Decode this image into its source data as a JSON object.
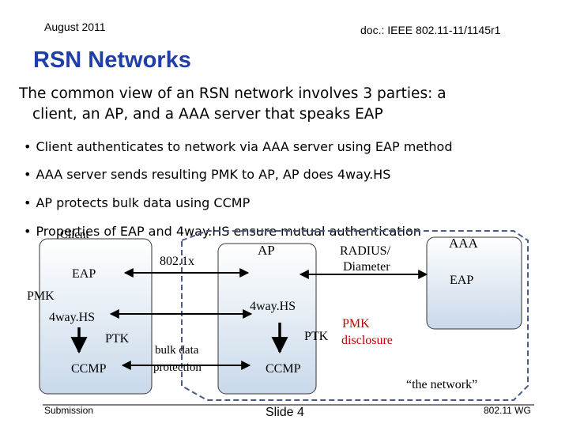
{
  "header": {
    "date": "August 2011",
    "doc_id": "doc.: IEEE 802.11-11/1145r1"
  },
  "title": "RSN Networks",
  "intro": {
    "line1": "The common view of an RSN network involves 3 parties: a",
    "line2": "client, an AP, and a AAA server that speaks EAP"
  },
  "bullets": [
    "Client authenticates to network via AAA server using EAP method",
    "AAA server sends resulting PMK to AP, AP does 4way.HS",
    "AP protects bulk data using CCMP",
    "Properties of EAP and 4way.HS ensure mutual authentication"
  ],
  "diagram": {
    "client_label": "Client",
    "ap_label": "AP",
    "aaa_label": "AAA",
    "client_eap": "EAP",
    "aaa_eap": "EAP",
    "link_8021x": "802.1x",
    "radius_line1": "RADIUS/",
    "radius_line2": "Diameter",
    "pmk_label": "PMK",
    "client_4way": "4way.HS",
    "ap_4way": "4way.HS",
    "client_ptk": "PTK",
    "ap_ptk": "PTK",
    "client_ccmp": "CCMP",
    "ap_ccmp": "CCMP",
    "bulk_line1": "bulk data",
    "bulk_line2": "protection",
    "pmk_disclosure_line1": "PMK",
    "pmk_disclosure_line2": "disclosure",
    "network_label": "“the network”",
    "colors": {
      "box_fill_top": "#ffffff",
      "box_fill_bottom": "#c9d9ea",
      "box_border": "#333333",
      "dashed_region": "#4a5a8a",
      "pmk_red": "#c00000"
    }
  },
  "footer": {
    "left": "Submission",
    "center": "Slide 4",
    "right": "802.11 WG"
  }
}
